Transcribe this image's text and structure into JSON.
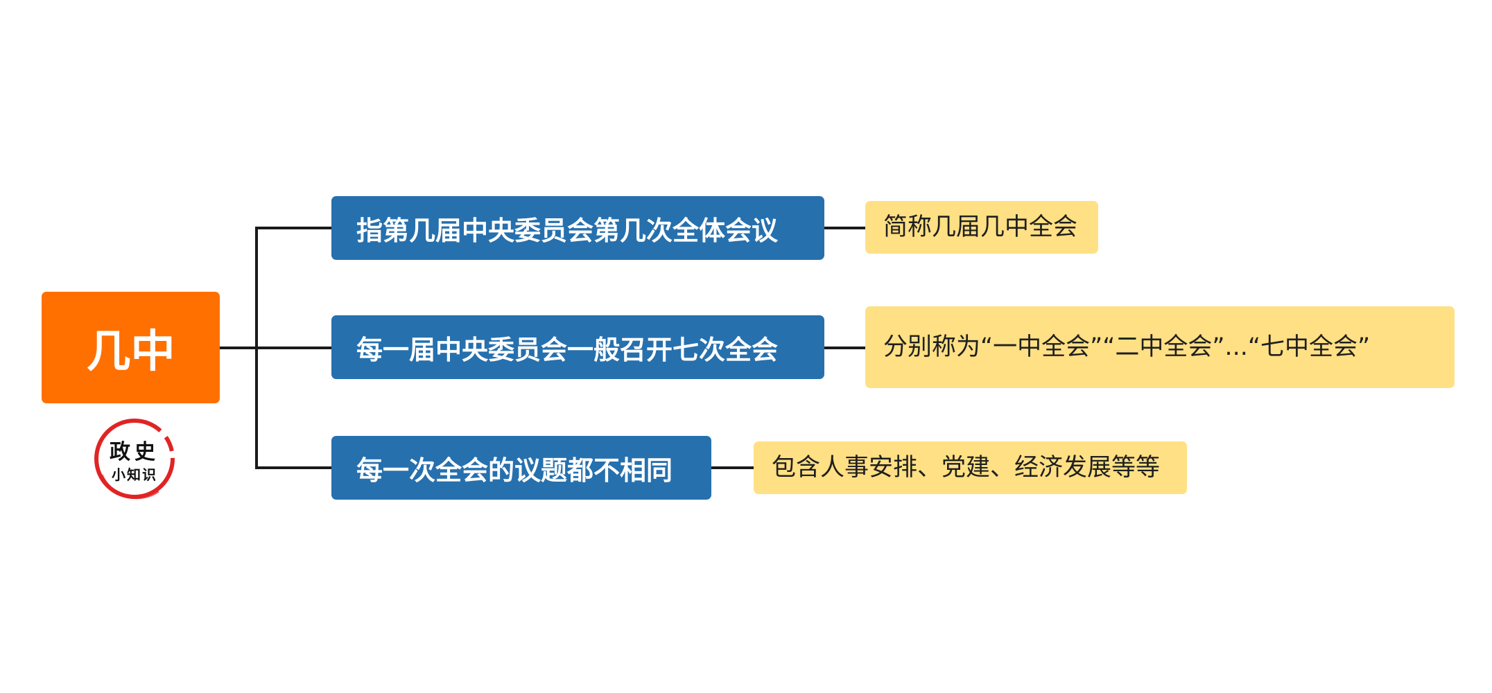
{
  "root": {
    "label": "几中"
  },
  "branches": [
    {
      "label": "指第几届中央委员会第几次全体会议",
      "detail": "简称几届几中全会"
    },
    {
      "label": "每一届中央委员会一般召开七次全会",
      "detail": "分别称为“一中全会”“二中全会”...“七中全会”"
    },
    {
      "label": "每一次全会的议题都不相同",
      "detail": "包含人事安排、党建、经济发展等等"
    }
  ],
  "seal": {
    "line1": "政史",
    "line2": "小知识"
  },
  "colors": {
    "root": "#FF7000",
    "branch": "#2670AE",
    "leaf": "#FFE084",
    "connector": "#1a1a1a",
    "seal_ring": "#E02424"
  }
}
